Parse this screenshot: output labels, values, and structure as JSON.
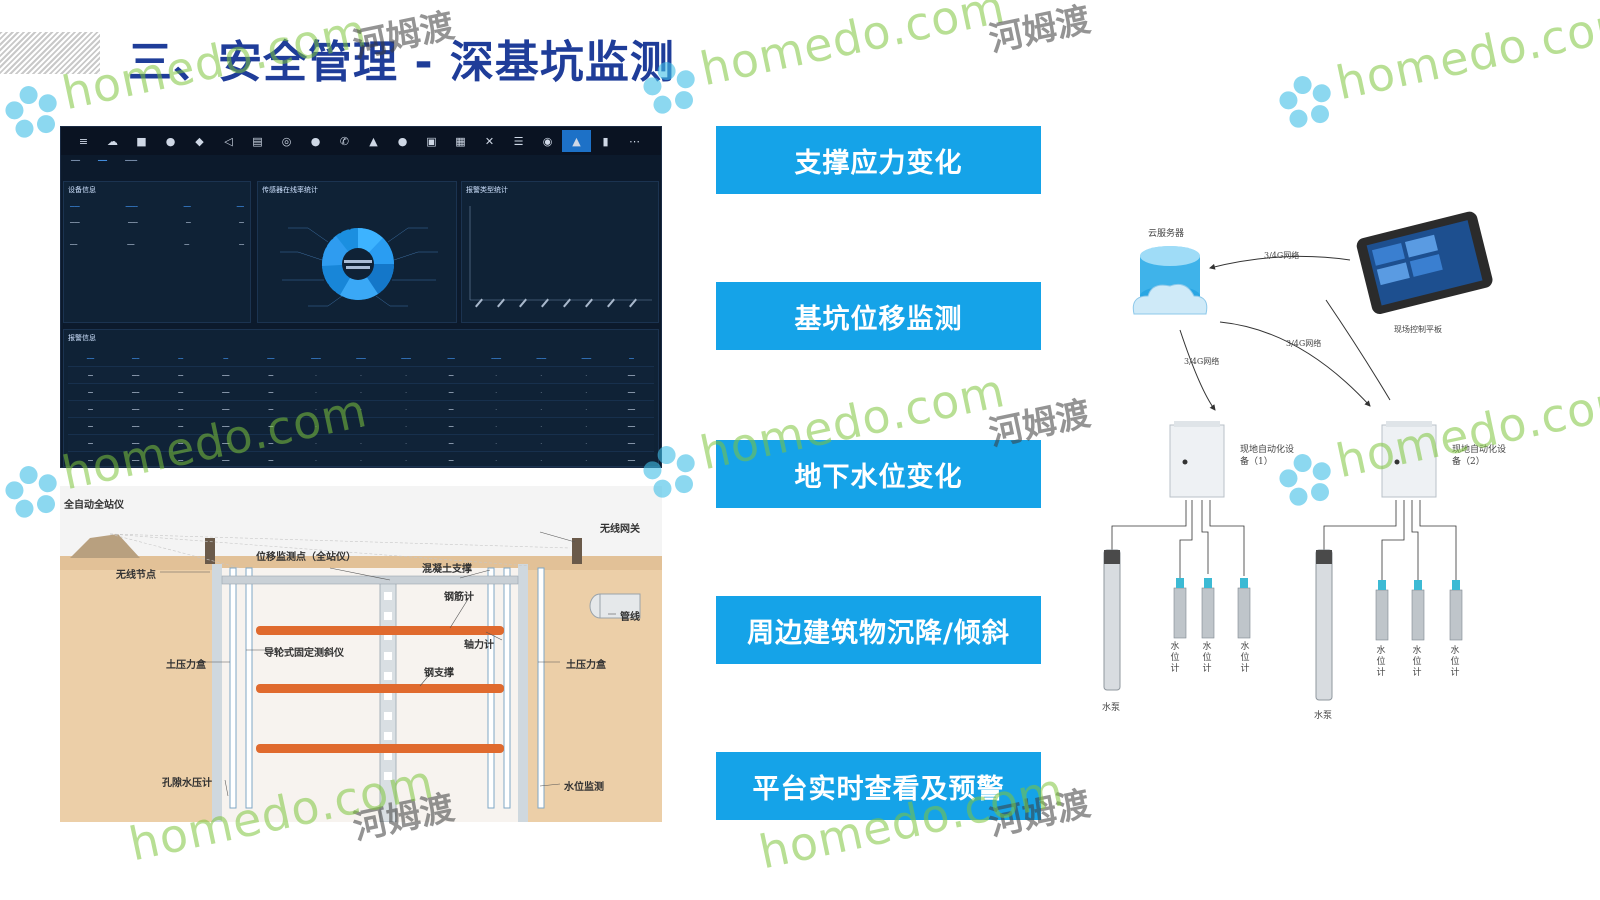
{
  "title": "三、安全管理 - 深基坑监测",
  "features": [
    {
      "label": "支撑应力变化"
    },
    {
      "label": "基坑位移监测"
    },
    {
      "label": "地下水位变化"
    },
    {
      "label": "周边建筑物沉降/倾斜"
    },
    {
      "label": "平台实时查看及预警"
    }
  ],
  "dashboard": {
    "panels": {
      "device": "设备信息",
      "online": "传感器在线率统计",
      "alarm_type": "报警类型统计",
      "alarm": "报警信息"
    }
  },
  "pit": {
    "labels": {
      "total_station": "全自动全站仪",
      "wireless_gateway": "无线网关",
      "wireless_node": "无线节点",
      "displacement_point": "位移监测点（全站仪）",
      "concrete_support": "混凝土支撑",
      "rebar_meter": "钢筋计",
      "axial_meter": "轴力计",
      "pipeline": "管线",
      "earth_pressure_left": "土压力盒",
      "earth_pressure_right": "土压力盒",
      "inclinometer": "导轮式固定测斜仪",
      "steel_support": "钢支撑",
      "pore_pressure": "孔隙水压计",
      "water_level": "水位监测"
    }
  },
  "diagram": {
    "cloud_server": "云服务器",
    "tablet": "现场控制平板",
    "link_top": "3/4G网络",
    "link_left": "3/4G网络",
    "link_right": "3/4G网络",
    "device1": "现地自动化设备（1）",
    "device2": "现地自动化设备（2）",
    "pump": "水泵",
    "water_meter": "水位计"
  },
  "watermark": {
    "en": "homedo.com",
    "cn": "河姆渡"
  },
  "colors": {
    "title": "#1f3d99",
    "box": "#15a3e8",
    "dash_bg": "#0c1a2c"
  }
}
